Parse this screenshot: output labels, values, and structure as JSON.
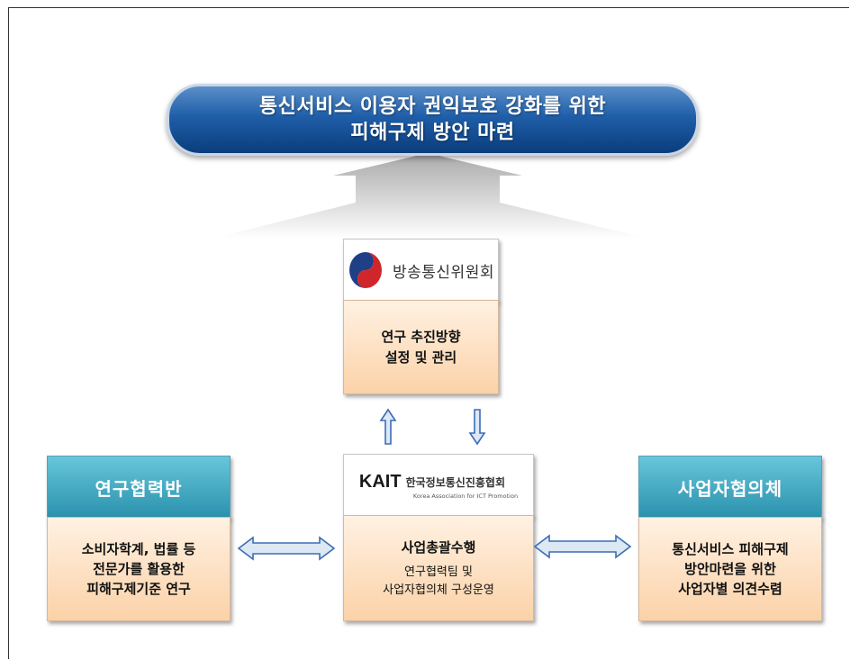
{
  "banner": {
    "line1": "통신서비스 이용자 권익보호 강화를 위한",
    "line2": "피해구제 방안 마련"
  },
  "kcc": {
    "logo_text": "방송통신위원회",
    "role_line1": "연구 추진방향",
    "role_line2": "설정 및 관리"
  },
  "kait": {
    "logo_abbr": "KAIT",
    "logo_name": "한국정보통신진흥협회",
    "logo_english": "Korea Association for ICT Promotion",
    "role_title": "사업총괄수행",
    "role_line1": "연구협력팀 및",
    "role_line2": "사업자협의체 구성운영"
  },
  "research": {
    "title": "연구협력반",
    "line1": "소비자학계, 법률 등",
    "line2": "전문가를 활용한",
    "line3": "피해구제기준 연구"
  },
  "business": {
    "title": "사업자협의체",
    "line1": "통신서비스 피해구제",
    "line2": "방안마련을 위한",
    "line3": "사업자별 의견수렴"
  },
  "colors": {
    "banner_blue": "#1f5ea8",
    "teal": "#2a91ad",
    "orange_fill": "#fbd2a8",
    "arrow_blue": "#3b6db5",
    "arrow_fill": "#dde8f5"
  }
}
